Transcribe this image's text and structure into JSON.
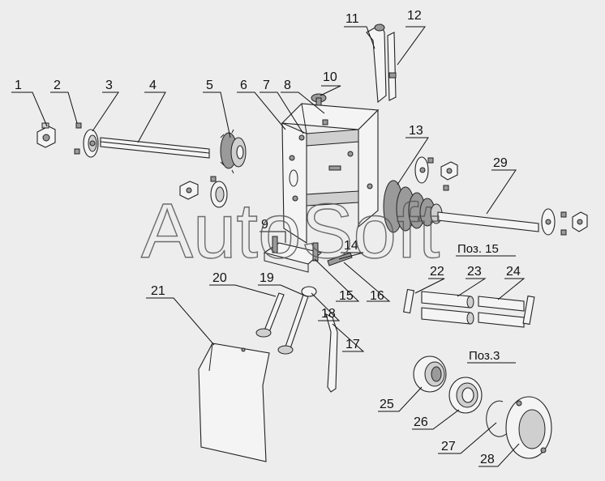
{
  "watermark": "AutoSoft",
  "notes": {
    "poz15": "Поз. 15",
    "poz3": "Поз.3"
  },
  "callouts": {
    "c1": "1",
    "c2": "2",
    "c3": "3",
    "c4": "4",
    "c5": "5",
    "c6": "6",
    "c7": "7",
    "c8": "8",
    "c9": "9",
    "c10": "10",
    "c11": "11",
    "c12": "12",
    "c13": "13",
    "c14": "14",
    "c15": "15",
    "c16": "16",
    "c17": "17",
    "c18": "18",
    "c19": "19",
    "c20": "20",
    "c21": "21",
    "c22": "22",
    "c23": "23",
    "c24": "24",
    "c25": "25",
    "c26": "26",
    "c27": "27",
    "c28": "28",
    "c29": "29"
  }
}
